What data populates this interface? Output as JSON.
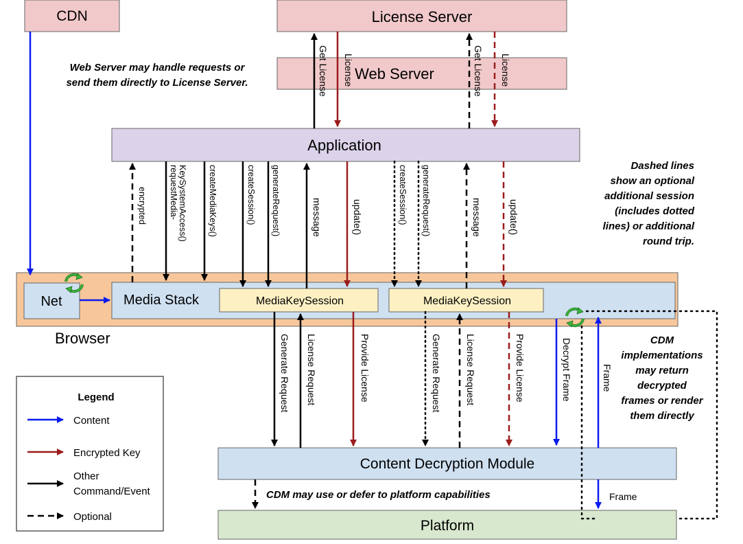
{
  "boxes": {
    "cdn": "CDN",
    "license_server": "License Server",
    "web_server": "Web Server",
    "application": "Application",
    "net": "Net",
    "media_stack": "Media Stack",
    "media_key_session_1": "MediaKeySession",
    "media_key_session_2": "MediaKeySession",
    "browser": "Browser",
    "cdm": "Content Decryption Module",
    "platform": "Platform"
  },
  "notes": {
    "web_server_line1": "Web Server may handle requests or",
    "web_server_line2": "send them directly to License Server.",
    "dashed_line1": "Dashed lines",
    "dashed_line2": "show an optional",
    "dashed_line3": "additional session",
    "dashed_line4": "(includes dotted",
    "dashed_line5": "lines) or additional",
    "dashed_line6": "round trip.",
    "cdm_line1": "CDM",
    "cdm_line2": "implementations",
    "cdm_line3": "may return",
    "cdm_line4": "decrypted",
    "cdm_line5": "frames or render",
    "cdm_line6": "them directly",
    "platform_note": "CDM may use or defer to platform capabilities"
  },
  "arrow_labels": {
    "get_license_1": "Get License",
    "license_1": "License",
    "get_license_2": "Get License",
    "license_2": "License",
    "encrypted": "encrypted",
    "rmksa_line1": "requestMedia-",
    "rmksa_line2": "KeySystemAccess()",
    "create_media_keys": "createMediaKeys()",
    "create_session_1": "createSession()",
    "generate_request_1": "generateRequest()",
    "message_1": "message",
    "update_1": "update()",
    "create_session_2": "createSession()",
    "generate_request_2": "generateRequest()",
    "message_2": "message",
    "update_2": "update()",
    "generate_request_cdm_1": "Generate Request",
    "license_request_1": "License Request",
    "provide_license_1": "Provide License",
    "generate_request_cdm_2": "Generate Request",
    "license_request_2": "License Request",
    "provide_license_2": "Provide License",
    "decrypt_frame": "Decrypt Frame",
    "frame_up": "Frame",
    "frame_down": "Frame"
  },
  "legend": {
    "title": "Legend",
    "content": "Content",
    "encrypted_key": "Encrypted Key",
    "other_line1": "Other",
    "other_line2": "Command/Event",
    "optional": "Optional"
  },
  "colors": {
    "content": "#0a1aef",
    "encrypted_key": "#9b1c1c",
    "command": "#000000",
    "server_fill": "#f1c9cb",
    "application_fill": "#dcd3ea",
    "browser_fill": "#f7c79b",
    "media_stack_fill": "#cfe0f1",
    "session_fill": "#fdf1c4",
    "platform_fill": "#d8e8cf",
    "cycle_icon": "#3bb53b"
  }
}
